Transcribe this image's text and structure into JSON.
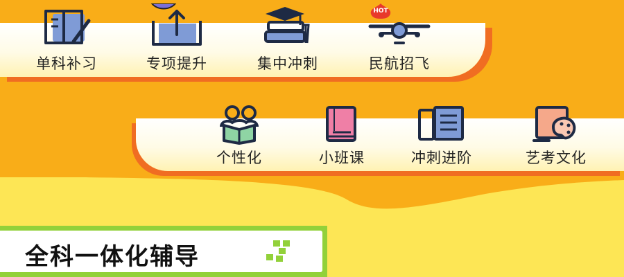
{
  "colors": {
    "background": "#f9ad18",
    "wave": "#fde655",
    "card_shadow": "#f06d22",
    "accent_green": "#92d13a",
    "icon_blue": "#7f9bd6",
    "icon_green": "#8fd4a4",
    "icon_pink": "#ef7fa6",
    "hot_badge": "#e8392b"
  },
  "menu_row_1": [
    {
      "label": "单科补习",
      "icon": "book-pen-icon"
    },
    {
      "label": "专项提升",
      "icon": "upload-tray-icon"
    },
    {
      "label": "集中冲刺",
      "icon": "graduation-books-icon"
    },
    {
      "label": "民航招飞",
      "icon": "airplane-icon",
      "badge": "HOT"
    }
  ],
  "menu_row_2": [
    {
      "label": "个性化",
      "icon": "people-reading-icon"
    },
    {
      "label": "小班课",
      "icon": "notebook-icon"
    },
    {
      "label": "冲刺进阶",
      "icon": "documents-icon"
    },
    {
      "label": "艺考文化",
      "icon": "art-palette-icon"
    }
  ],
  "section_banner": {
    "title": "全科一体化辅导"
  }
}
